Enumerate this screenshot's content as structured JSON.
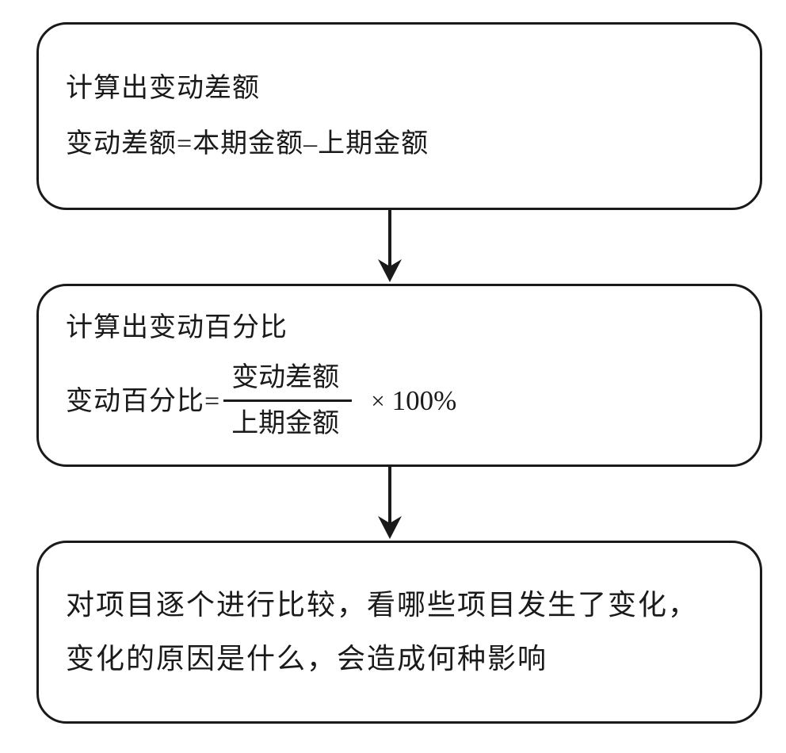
{
  "diagram": {
    "type": "flowchart",
    "background": "#ffffff",
    "stroke_color": "#1a1a1a",
    "text_color": "#1a1a1a",
    "steps": [
      {
        "name": "step-1",
        "lines": [
          "计算出变动差额",
          "变动差额=本期金额–上期金额"
        ]
      },
      {
        "name": "step-2",
        "title": "计算出变动百分比",
        "formula": {
          "lhs": "变动百分比=",
          "numerator": "变动差额",
          "denominator": "上期金额",
          "operator": "×",
          "operand": "100%"
        }
      },
      {
        "name": "step-3",
        "lines": [
          "对项目逐个进行比较，看哪些项目发生了变化，",
          "变化的原因是什么，会造成何种影响"
        ]
      }
    ],
    "connectors": [
      {
        "from": "step-1",
        "to": "step-2",
        "direction": "down"
      },
      {
        "from": "step-2",
        "to": "step-3",
        "direction": "down"
      }
    ]
  }
}
